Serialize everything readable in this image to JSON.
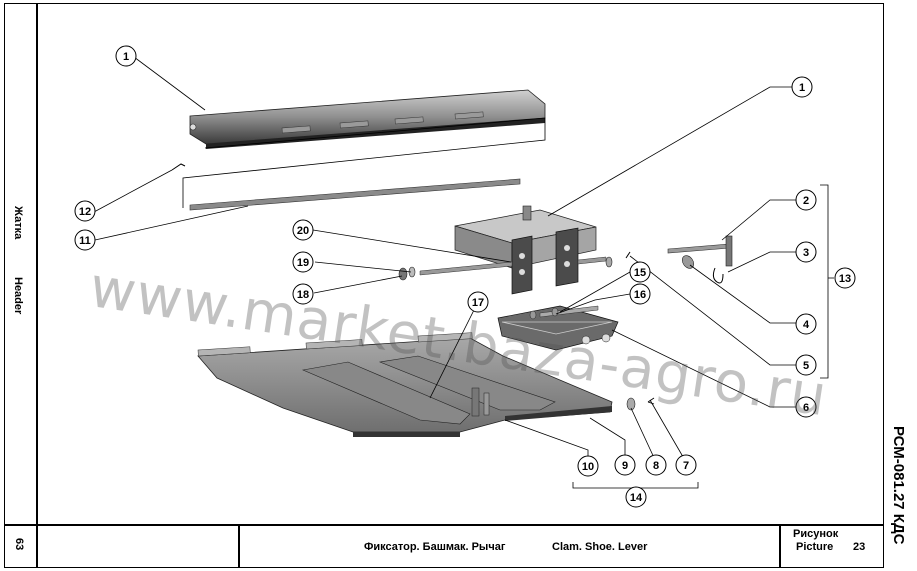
{
  "side_left": {
    "header_ru": "Жатка",
    "header_en": "Header",
    "page_number": "63"
  },
  "side_right": {
    "doc_code": "РСМ-081.27 КДС"
  },
  "title_block": {
    "caption_ru": "Фиксатор. Башмак. Рычаг",
    "caption_en": "Clam. Shoe. Lever",
    "figure_label_ru": "Рисунок",
    "figure_label_en": "Picture",
    "figure_number": "23"
  },
  "watermark": "www.market.baza-agro.ru",
  "callouts": [
    "1",
    "1",
    "2",
    "3",
    "4",
    "5",
    "6",
    "7",
    "8",
    "9",
    "10",
    "11",
    "12",
    "13",
    "14",
    "15",
    "16",
    "17",
    "18",
    "19",
    "20"
  ],
  "colors": {
    "line": "#000000",
    "part_fill": "#9a9a9a",
    "part_dark": "#555555",
    "part_light": "#c8c8c8"
  }
}
